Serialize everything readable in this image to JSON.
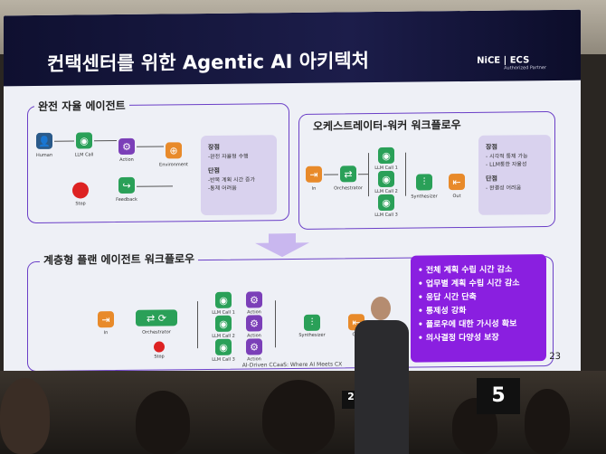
{
  "slide": {
    "title": "컨택센터를 위한 Agentic AI 아키텍처",
    "logo": "NiCE | ECS",
    "logo_sub": "Authorized Partner",
    "footer": "AI-Driven CCaaS: Where AI Meets CX",
    "page": "23"
  },
  "panel1": {
    "title": "완전 자율 에이전트",
    "nodes": [
      "Human",
      "LLM Call",
      "Action",
      "Environment",
      "Feedback",
      "Stop"
    ],
    "pros_title": "장점",
    "pros": [
      "-완전 자율형 수행"
    ],
    "cons_title": "단점",
    "cons": [
      "-반복 계획 시간 증가",
      "-통제 어려움"
    ]
  },
  "panel2": {
    "title": "오케스트레이터-워커 워크플로우",
    "nodes": [
      "In",
      "Orchestrator",
      "LLM Call 1",
      "LLM Call 2",
      "LLM Call 3",
      "Synthesizer",
      "Out"
    ],
    "pros_title": "장점",
    "pros": [
      "- 시각적 통제 가능",
      "- LLM통한 자율성"
    ],
    "cons_title": "단점",
    "cons": [
      "- 완결성 어려움"
    ]
  },
  "panel3": {
    "title": "계층형 플랜 에이전트 워크플로우",
    "nodes": [
      "In",
      "Orchestrator",
      "Stop",
      "LLM Call 1",
      "LLM Call 2",
      "LLM Call 3",
      "Action",
      "Action",
      "Action",
      "Synthesizer",
      "Out"
    ],
    "benefits": [
      "전체 계획 수립 시간 감소",
      "업무별 계획 수립 시간 감소",
      "응답 시간 단축",
      "통제성 강화",
      "플로우에 대한 가시성 확보",
      "의사결정 다양성 보장"
    ]
  },
  "signs": [
    "2",
    "5"
  ],
  "colors": {
    "accent": "#6b3fc7",
    "green": "#2aa058",
    "orange": "#e88a2a",
    "purple_box": "#8a1fe0",
    "header": "#1c1d4a"
  }
}
